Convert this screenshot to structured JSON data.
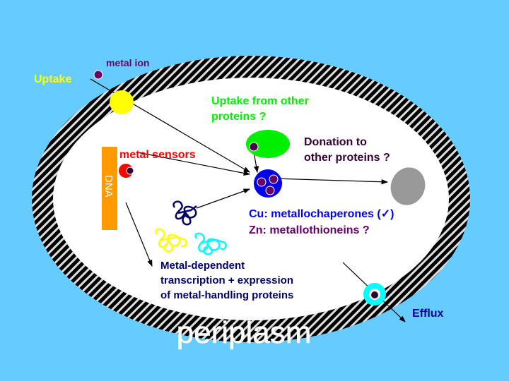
{
  "labels": {
    "uptake": "Uptake",
    "metal_ion": "metal ion",
    "uptake_from_other_1": "Uptake from other",
    "uptake_from_other_2": "proteins ?",
    "donation_1": "Donation to",
    "donation_2": "other proteins ?",
    "metal_sensors": "metal sensors",
    "dna": "DNA",
    "cu_line": "Cu: metallochaperones (✓)",
    "zn_line": "Zn: metallothioneins ?",
    "transcription_1": "Metal-dependent",
    "transcription_2": "transcription + expression",
    "transcription_3": "of metal-handling proteins",
    "efflux": "Efflux",
    "periplasm": "periplasm"
  },
  "colors": {
    "background": "#66ccff",
    "uptake": "#ffff00",
    "metal_ion": "#660066",
    "green_protein": "#00ee00",
    "chaperone": "#0000ee",
    "sensor": "#ff0000",
    "dna": "#ff9900",
    "donation": "#330033",
    "transcription": "#000066",
    "efflux_text": "#000099",
    "efflux_pump": "#00ffff",
    "acceptor": "#999999"
  }
}
